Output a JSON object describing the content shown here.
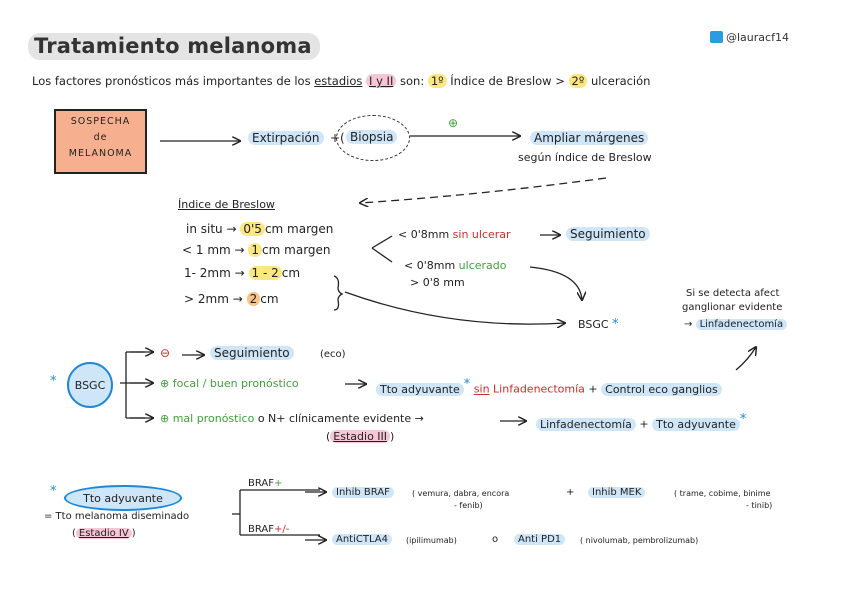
{
  "title": "Tratamiento melanoma",
  "handle": "@lauracf14",
  "intro": {
    "text": "Los factores pronósticos más importantes de los",
    "estadios": "estadios",
    "stages": "I y II",
    "son": "son:",
    "n1": "1º",
    "factor1": "Índice de Breslow",
    "gt": ">",
    "n2": "2º",
    "factor2": "ulceración"
  },
  "flow": {
    "sospecha": [
      "SOSPECHA",
      "de",
      "MELANOMA"
    ],
    "extirpacion": "Extirpación",
    "plus": "+(",
    "biopsia": "Biopsia",
    "pos": "⊕",
    "ampliar": "Ampliar márgenes",
    "ampliar_sub": "según índice de Breslow"
  },
  "breslow": {
    "header": "Índice de Breslow",
    "rows": [
      {
        "depth": "in situ →",
        "margin": "0'5",
        "unit": "cm margen"
      },
      {
        "depth": "< 1 mm →",
        "margin": "1",
        "unit": "cm margen"
      },
      {
        "depth": "1- 2mm →",
        "margin": "1 - 2",
        "unit": "cm"
      },
      {
        "depth": "> 2mm →",
        "margin": "2",
        "unit": "cm"
      }
    ],
    "branch1_pre": "< 0'8mm",
    "branch1_tag": "sin ulcerar",
    "branch1_result": "Seguimiento",
    "branch2_pre": "< 0'8mm",
    "branch2_tag": "ulcerado",
    "branch3": "> 0'8 mm",
    "bsgc": "BSGC",
    "star": "*"
  },
  "node_note": {
    "line1": "Si se detecta afect",
    "line2": "ganglionar evidente",
    "line3": "→",
    "line3_hl": "Linfadenectomía"
  },
  "bsgc_section": {
    "star": "*",
    "label": "BSGC",
    "neg_symbol": "⊖",
    "neg_result": "Seguimiento",
    "neg_note": "(eco)",
    "focal_symbol": "⊕",
    "focal_text": "focal / buen pronóstico",
    "tto": "Tto adyuvante",
    "tto_star": "*",
    "sin": "sin",
    "linfa": "Linfadenectomía",
    "plus": "+",
    "control": "Control eco ganglios",
    "mal_symbol": "⊕",
    "mal_text": "mal pronóstico",
    "mal_or": "o N+ clínicamente evidente →",
    "mal_linfa": "Linfadenectomía",
    "mal_plus": "+",
    "mal_tto": "Tto adyuvante",
    "mal_star": "*",
    "estadio3_open": "(",
    "estadio3": "Estadio III",
    "estadio3_close": ")"
  },
  "adjuvant": {
    "star": "*",
    "label": "Tto adyuvante",
    "def": "= Tto melanoma diseminado",
    "estadio_open": "(",
    "estadio4": "Estadio IV",
    "estadio_close": ")",
    "braf_pos": "BRAF",
    "braf_pos_sign": "+",
    "inhib_braf": "Inhib BRAF",
    "braf_drugs": "( vemura, dabra, encora",
    "braf_drugs2": "- fenib)",
    "plus": "+",
    "inhib_mek": "Inhib MEK",
    "mek_drugs": "( trame, cobime, binime",
    "mek_drugs2": "- tinib)",
    "braf_neg": "BRAF",
    "braf_neg_sign": "+/-",
    "antictla4": "AntiCTLA4",
    "ctla4_drugs": "(ipilimumab)",
    "o": "o",
    "antipd1": "Anti PD1",
    "pd1_drugs": "( nivolumab, pembrolizumab)"
  },
  "colors": {
    "blue_highlight": "#cfe6f8",
    "pink_highlight": "#f6c6d6",
    "yellow_highlight": "#fbe77f",
    "orange_highlight": "#f8c48a",
    "sospecha_fill": "#f7b08f",
    "red": "#d22b2b",
    "green": "#3fa33a",
    "accent_blue": "#1e88d8"
  }
}
